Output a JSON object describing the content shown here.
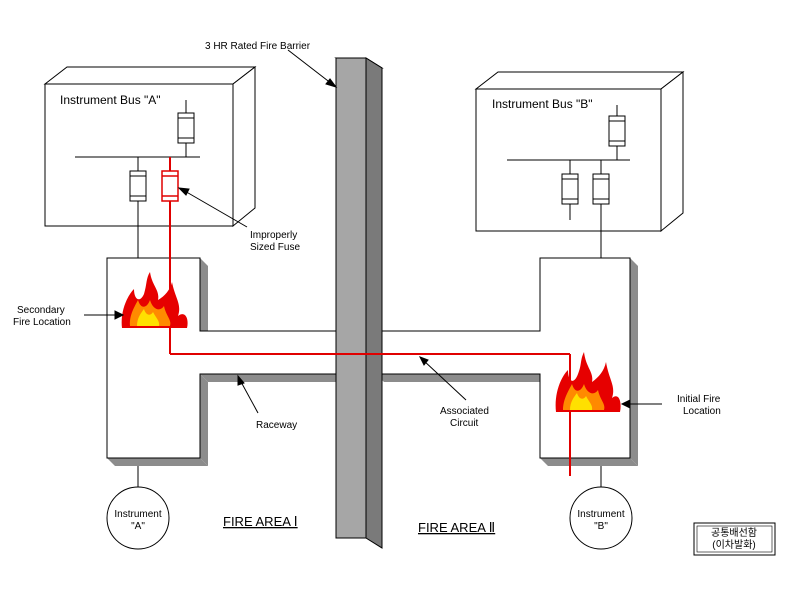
{
  "barrier": {
    "label": "3 HR Rated Fire Barrier"
  },
  "bus_a": {
    "label": "Instrument Bus \"A\""
  },
  "bus_b": {
    "label": "Instrument Bus \"B\""
  },
  "fuse_callout": {
    "line1": "Improperly",
    "line2": "Sized Fuse"
  },
  "secondary_fire": {
    "line1": "Secondary",
    "line2": "Fire Location"
  },
  "initial_fire": {
    "line1": "Initial Fire",
    "line2": "Location"
  },
  "raceway": {
    "label": "Raceway"
  },
  "associated_circuit": {
    "line1": "Associated",
    "line2": "Circuit"
  },
  "instrument_a": {
    "line1": "Instrument",
    "line2": "\"A\""
  },
  "instrument_b": {
    "line1": "Instrument",
    "line2": "\"B\""
  },
  "fire_area_1": {
    "label": "FIRE AREA Ⅰ"
  },
  "fire_area_2": {
    "label": "FIRE AREA Ⅱ"
  },
  "legend_box": {
    "line1": "공통배선함",
    "line2": "(이차발화)"
  },
  "colors": {
    "circuit": "#e00000",
    "barrier_face": "#a6a6a6",
    "barrier_side": "#7a7a7a",
    "shadow": "#8c8c8c"
  }
}
